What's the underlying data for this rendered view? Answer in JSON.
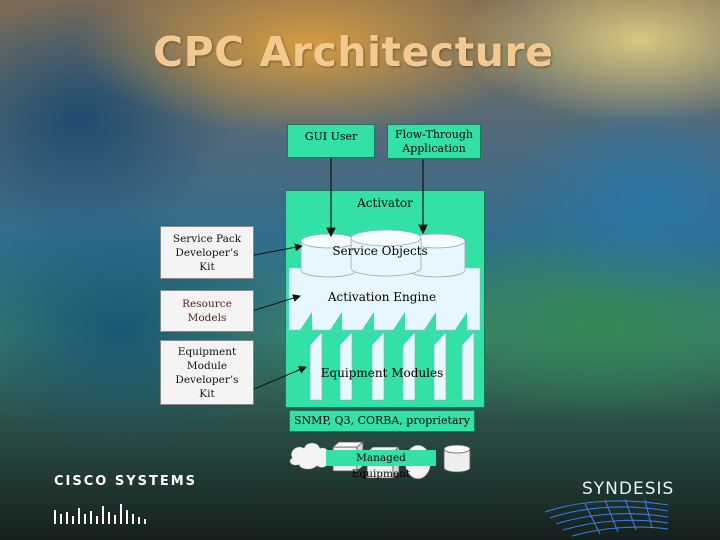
{
  "slide": {
    "title": "CPC Architecture"
  },
  "diagram": {
    "gui_user": "GUI User",
    "flow_through": "Flow-Through Application",
    "activator": "Activator",
    "service_objects": "Service Objects",
    "activation_engine": "Activation Engine",
    "equipment_modules": "Equipment Modules",
    "protocols": "SNMP, Q3, CORBA, proprietary",
    "managed_equipment": "Managed Equipment",
    "left_inputs": [
      {
        "label": "Service Pack Developer’s Kit"
      },
      {
        "label": "Resource Models"
      },
      {
        "label": "Equipment Module Developer’s Kit"
      }
    ]
  },
  "logos": {
    "cisco": "CISCO SYSTEMS",
    "syndesis": "SYNDESIS"
  },
  "colors": {
    "teal": "#33e0a6",
    "light_blue": "#e6f7ff",
    "title": "#f3c98f"
  }
}
